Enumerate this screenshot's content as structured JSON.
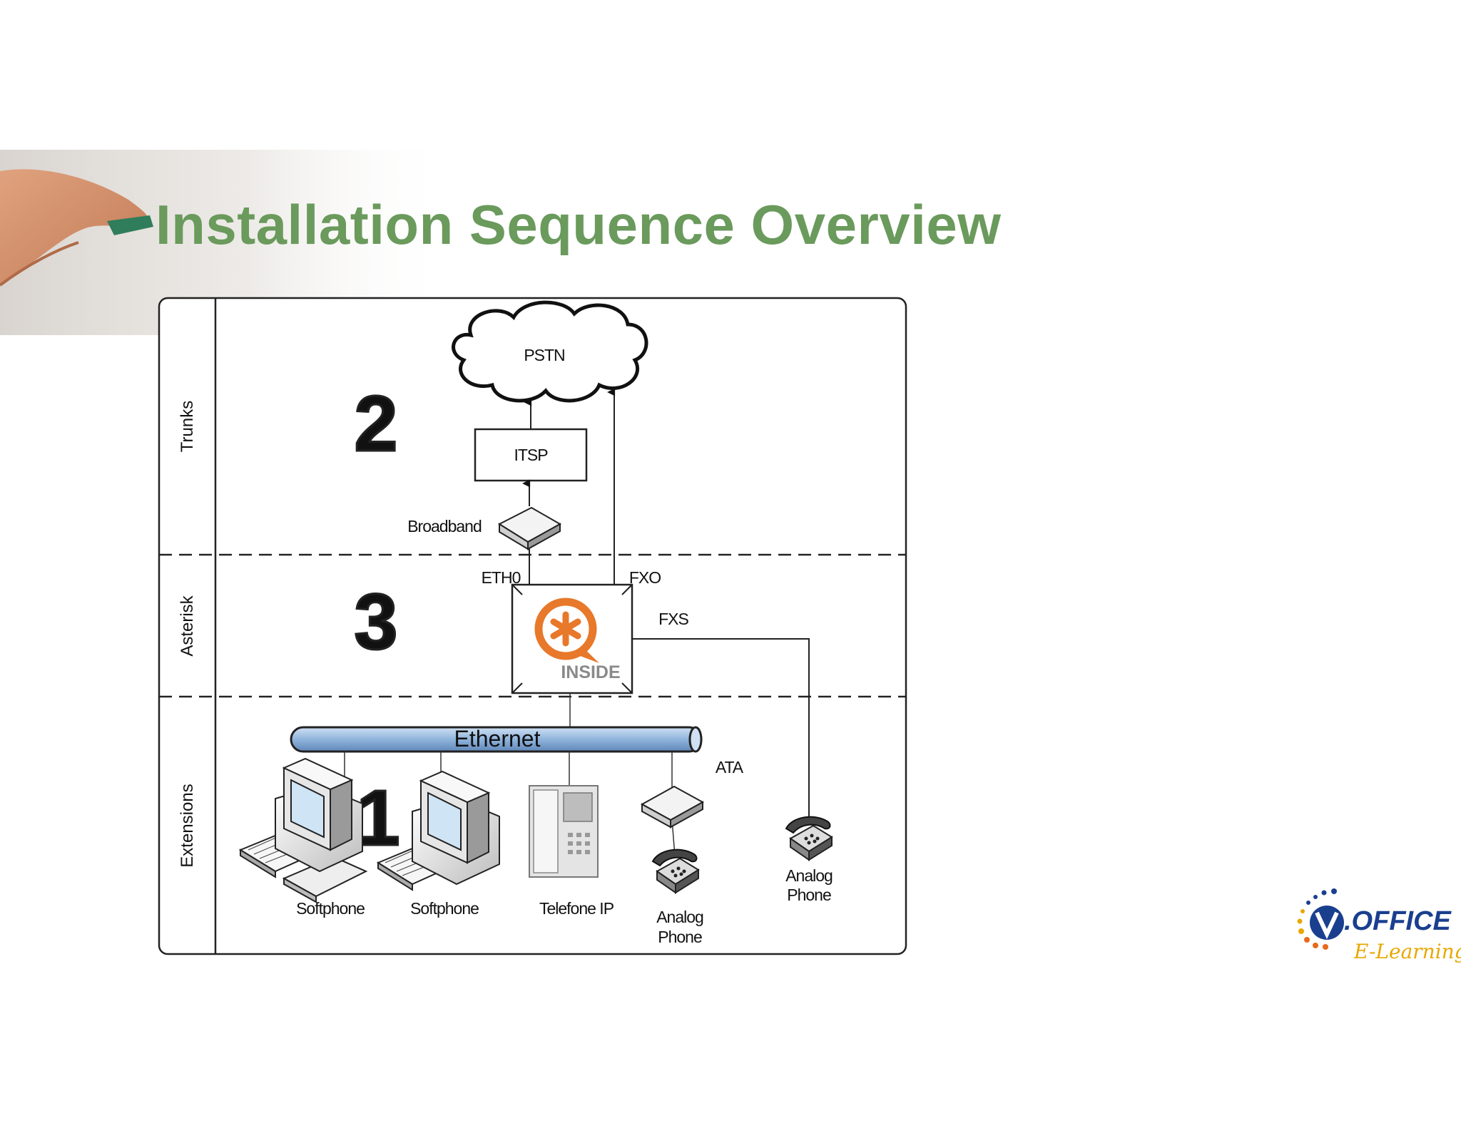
{
  "title": "Installation Sequence Overview",
  "lanes": [
    "Trunks",
    "Asterisk",
    "Extensions"
  ],
  "steps": [
    "2",
    "3",
    "1"
  ],
  "nodes": {
    "pstn": "PSTN",
    "itsp": "ITSP",
    "broadband": "Broadband",
    "eth0": "ETH0",
    "fxo": "FXO",
    "fxs": "FXS",
    "asterisk_badge": "INSIDE",
    "ethernet": "Ethernet",
    "ata": "ATA",
    "softphone1": "Softphone",
    "softphone2": "Softphone",
    "telefone_ip": "Telefone IP",
    "analog_phone1": [
      "Analog",
      "Phone"
    ],
    "analog_phone2": [
      "Analog",
      "Phone"
    ]
  },
  "logo": {
    "brand": ".OFFICE",
    "tagline": "E-Learning"
  },
  "colors": {
    "title": "#6a9a5c",
    "asterisk_orange": "#e8782a",
    "ethernet_bar": "#8fb4dc",
    "logo_blue": "#1a3f8f",
    "logo_yellow": "#e8a800"
  }
}
